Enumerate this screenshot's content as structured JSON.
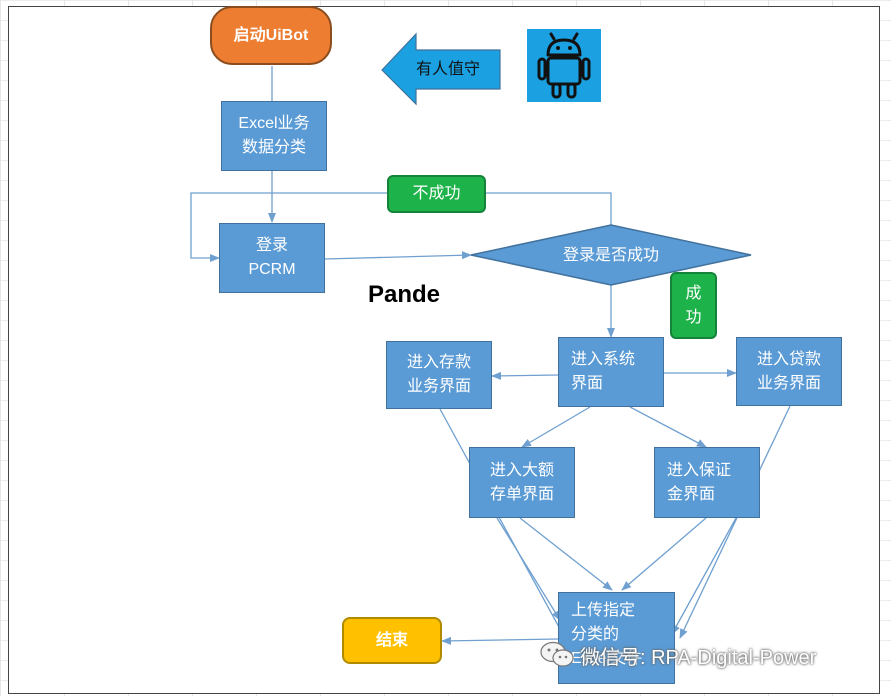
{
  "nodes": {
    "start": "启动UiBot",
    "attended": "有人值守",
    "excel_classify": "Excel业务\n数据分类",
    "login": "登录\nPCRM",
    "login_check": "登录是否成功",
    "fail": "不成功",
    "success": "成\n功",
    "enter_system": "进入系统\n界面",
    "deposit": "进入存款\n业务界面",
    "loan": "进入贷款\n业务界面",
    "large_deposit": "进入大额\n存单界面",
    "guarantee": "进入保证\n金界面",
    "upload": "上传指定\n分类的\nExcel文件",
    "end": "结束"
  },
  "overlay_text": "Pande",
  "watermark": "微信号: RPA-Digital-Power",
  "icons": [
    "android-icon",
    "wechat-icon"
  ],
  "colors": {
    "process_box": "#5b9bd5",
    "process_border": "#41719c",
    "start": "#ed7d31",
    "end": "#ffc000",
    "status_label": "#1eb34a",
    "attended_arrow": "#1ba1e2",
    "connector": "#6fa0d0"
  }
}
